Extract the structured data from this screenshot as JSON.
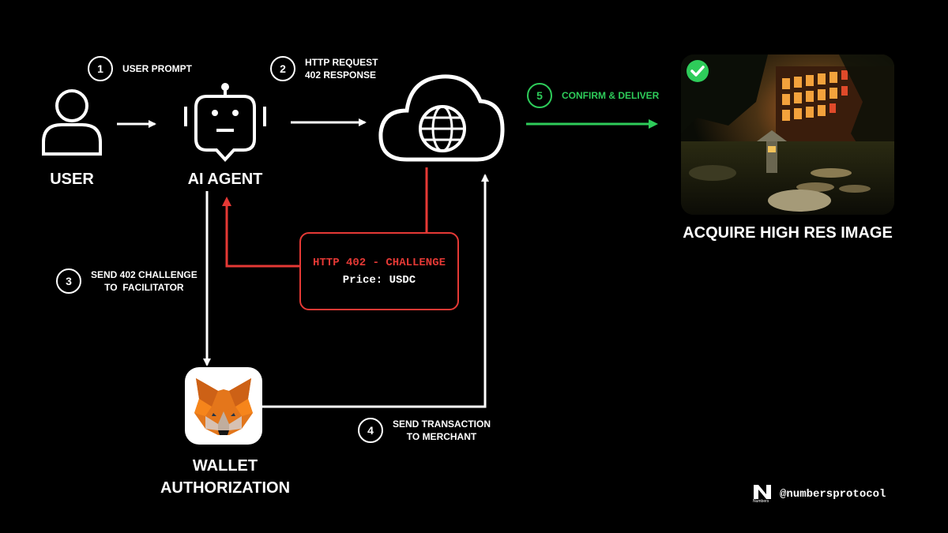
{
  "nodes": {
    "user": "USER",
    "agent": "AI AGENT",
    "wallet_line1": "WALLET",
    "wallet_line2": "AUTHORIZATION",
    "image": "ACQUIRE HIGH RES IMAGE"
  },
  "steps": [
    {
      "num": "1",
      "line1": "USER PROMPT",
      "line2": ""
    },
    {
      "num": "2",
      "line1": "HTTP REQUEST",
      "line2": "402 RESPONSE"
    },
    {
      "num": "3",
      "line1": "SEND 402 CHALLENGE",
      "line2": "TO  FACILITATOR"
    },
    {
      "num": "4",
      "line1": "SEND TRANSACTION",
      "line2": "TO MERCHANT"
    },
    {
      "num": "5",
      "line1": "CONFIRM & DELIVER",
      "line2": ""
    }
  ],
  "challenge": {
    "line1": "HTTP 402 - CHALLENGE",
    "line2": "Price: USDC"
  },
  "brand": {
    "logo_text": "Numbers",
    "handle": "@numbersprotocol"
  },
  "icons": {
    "user": "user-icon",
    "agent": "robot-chat-icon",
    "cloud": "cloud-globe-icon",
    "wallet": "metamask-fox-icon",
    "check": "check-circle-icon"
  },
  "colors": {
    "background": "#000000",
    "challenge_red": "#e53935",
    "confirm_green": "#2ecc5a",
    "text": "#ffffff"
  }
}
